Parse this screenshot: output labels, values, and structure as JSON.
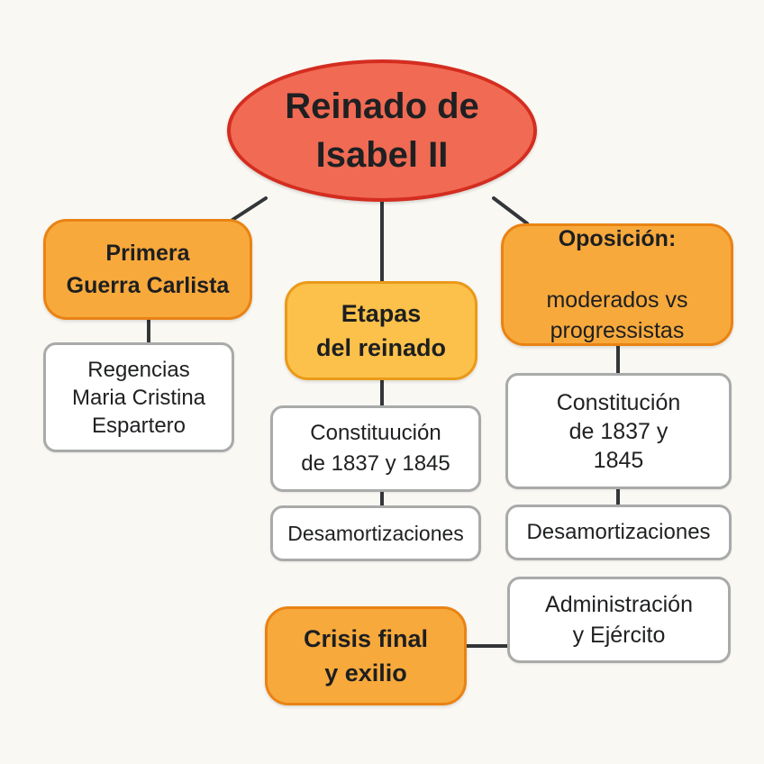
{
  "diagram": {
    "type": "concept-map",
    "root": {
      "label": "Reinado de\nIsabel II",
      "color": "#f16a53",
      "border": "#d42d20"
    },
    "topics": [
      {
        "id": "primera",
        "label": "Primera\nGuerra Carlista",
        "color": "#f8a93c"
      },
      {
        "id": "etapas",
        "label": "Etapas\ndel reinado",
        "color": "#fcc14a"
      },
      {
        "id": "oposicion",
        "title": "Oposición:",
        "label": "moderados vs\nprogressistas",
        "color": "#f8a93c"
      },
      {
        "id": "crisis",
        "label": "Crisis final\ny exilio",
        "color": "#f8a93c"
      }
    ],
    "leaves": [
      {
        "id": "regencias",
        "parent": "primera",
        "label": "Regencias\nMaria Cristina\nEspartero"
      },
      {
        "id": "const-mid",
        "parent": "etapas",
        "label": "Constituución\nde 1837 y 1845"
      },
      {
        "id": "desam-mid",
        "parent": "const-mid",
        "label": "Desamortizaciones"
      },
      {
        "id": "const-right",
        "parent": "oposicion",
        "label": "Constitución\nde 1837 y\n1845"
      },
      {
        "id": "desam-right",
        "parent": "const-right",
        "label": "Desamortizaciones"
      },
      {
        "id": "admin",
        "parent": "crisis",
        "label": "Administración\ny Ejército"
      }
    ],
    "edges": [
      [
        "root",
        "primera"
      ],
      [
        "root",
        "etapas"
      ],
      [
        "root",
        "oposicion"
      ],
      [
        "primera",
        "regencias"
      ],
      [
        "etapas",
        "const-mid"
      ],
      [
        "const-mid",
        "desam-mid"
      ],
      [
        "oposicion",
        "const-right"
      ],
      [
        "const-right",
        "desam-right"
      ],
      [
        "crisis",
        "admin"
      ]
    ],
    "colors": {
      "background": "#faf8f3",
      "line": "#333638",
      "leaf_border": "#a9aaaa",
      "topic_border": "#e98314"
    }
  }
}
